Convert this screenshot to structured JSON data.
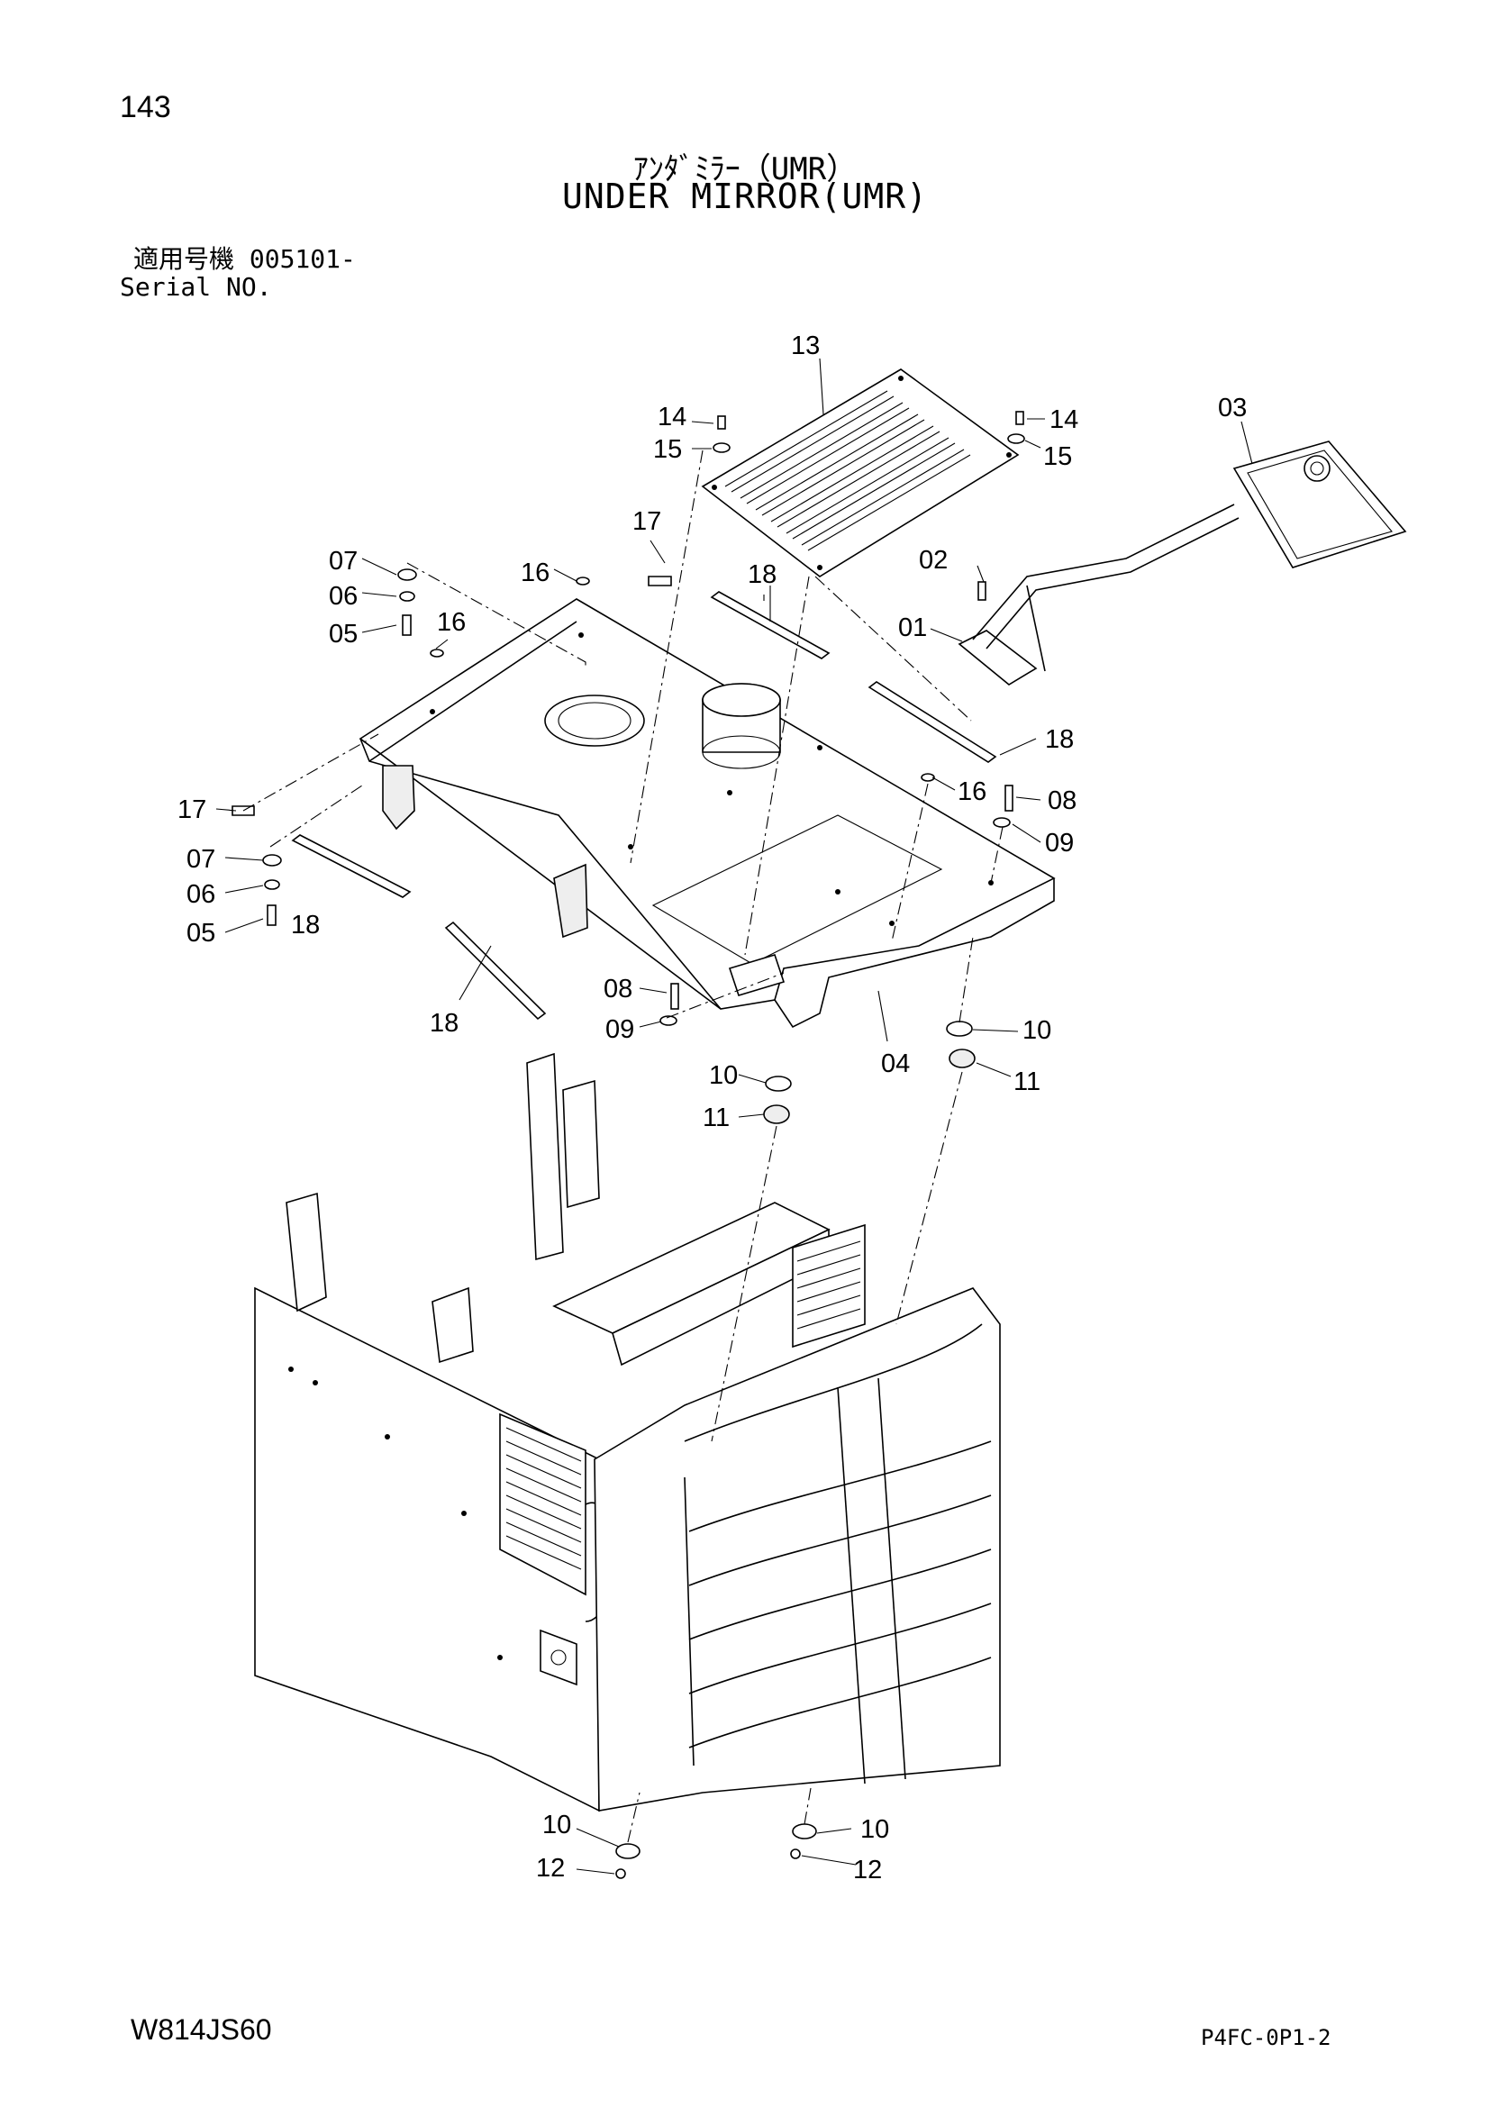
{
  "page_number": "143",
  "title_jp": "ｱﾝﾀﾞﾐﾗｰ（UMR）",
  "title_en": "UNDER MIRROR(UMR)",
  "serial_jp": "適用号機 005101-",
  "serial_en": "Serial NO.",
  "model_code": "W814JS60",
  "sheet_code": "P4FC-0P1-2",
  "part_labels": {
    "p01": "01",
    "p02": "02",
    "p03": "03",
    "p04": "04",
    "p05": "05",
    "p06": "06",
    "p07": "07",
    "p08": "08",
    "p09": "09",
    "p10": "10",
    "p11": "11",
    "p12": "12",
    "p13": "13",
    "p14": "14",
    "p15": "15",
    "p16": "16",
    "p17": "17",
    "p18": "18"
  }
}
